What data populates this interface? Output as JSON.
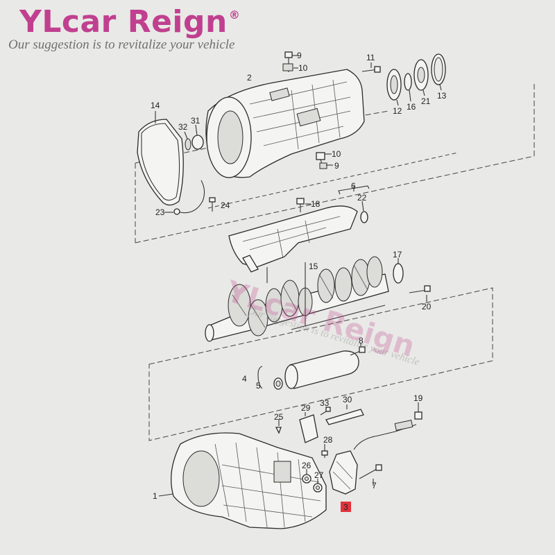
{
  "header": {
    "brand": "YLcar Reign",
    "registered_mark": "®",
    "slogan": "Our suggestion is to revitalize your vehicle"
  },
  "watermark": {
    "brand": "YLcar Reign",
    "sub": "Our suggestion is to revitalize your vehicle"
  },
  "callouts": {
    "c1": "1",
    "c2": "2",
    "c3": "3",
    "c4": "4",
    "c5": "5",
    "c6": "6",
    "c7": "7",
    "c8": "8",
    "c9": "9",
    "c10a": "10",
    "c10b": "10",
    "c9b": "9",
    "c11": "11",
    "c12": "12",
    "c13": "13",
    "c14": "14",
    "c15": "15",
    "c16": "16",
    "c17": "17",
    "c18": "18",
    "c19": "19",
    "c20": "20",
    "c21": "21",
    "c22": "22",
    "c23": "23",
    "c24": "24",
    "c25": "25",
    "c26": "26",
    "c27": "27",
    "c28": "28",
    "c29": "29",
    "c30": "30",
    "c31": "31",
    "c32": "32",
    "c33": "33"
  },
  "highlight": {
    "label": "3",
    "color": "#e2333d"
  }
}
